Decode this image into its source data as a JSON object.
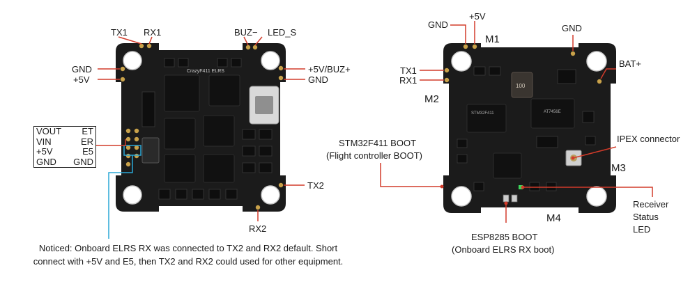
{
  "left_board": {
    "board_name": "CrazyF411 ELRS",
    "labels": {
      "tx1": "TX1",
      "rx1": "RX1",
      "buz_minus": "BUZ−",
      "led_s": "LED_S",
      "gnd_left": "GND",
      "plus5v_left": "+5V",
      "plus5v_buz": "+5V/BUZ+",
      "gnd_right": "GND",
      "tx2": "TX2",
      "rx2": "RX2"
    },
    "pin_table": [
      {
        "left": "VOUT",
        "right": "ET"
      },
      {
        "left": "VIN",
        "right": "ER"
      },
      {
        "left": "+5V",
        "right": "E5"
      },
      {
        "left": "GND",
        "right": "GND"
      }
    ],
    "notice_line1": "Noticed: Onboard ELRS RX was connected to TX2 and RX2 default. Short",
    "notice_line2": "connect with +5V and E5, then TX2 and RX2 could used for other equipment."
  },
  "right_board": {
    "chip_mcu": "STM32F411",
    "chip_rx": "AT7456E",
    "labels": {
      "gnd_top_left": "GND",
      "plus5v_top": "+5V",
      "m1": "M1",
      "gnd_top_right": "GND",
      "bat_plus": "BAT+",
      "tx1": "TX1",
      "rx1": "RX1",
      "m2": "M2",
      "stm_boot_line1": "STM32F411 BOOT",
      "stm_boot_line2": "(Flight controller BOOT)",
      "ipex": "IPEX connector",
      "m3": "M3",
      "receiver_status_led_1": "Receiver",
      "receiver_status_led_2": "Status",
      "receiver_status_led_3": "LED",
      "m4": "M4",
      "esp_boot_line1": "ESP8285 BOOT",
      "esp_boot_line2": "(Onboard ELRS RX boot)"
    }
  },
  "colors": {
    "pcb": "#1b1b1b",
    "callout_line": "#d23b2a",
    "notice_line": "#2aa7d6",
    "pad_gold": "#c9a24a"
  }
}
